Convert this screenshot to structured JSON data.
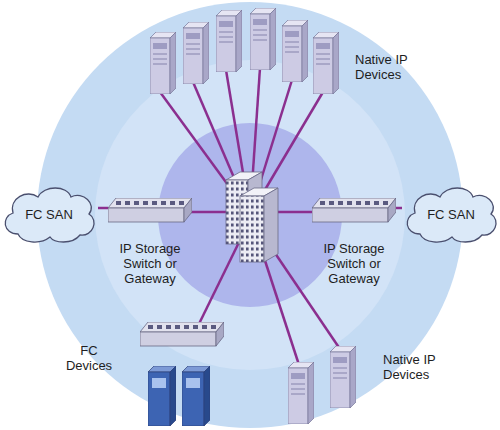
{
  "diagram": {
    "nodes": [
      {
        "text": [
          "Native IP Devices"
        ]
      },
      {
        "text": [
          "FC SAN"
        ]
      },
      {
        "text": [
          "IP Storage Switch or Gateway"
        ]
      },
      {
        "text": [
          "FC SAN"
        ]
      },
      {
        "text": [
          "IP Storage Switch or Gateway"
        ]
      },
      {
        "text": [
          "FC Devices"
        ]
      },
      {
        "text": [
          "Native IP Devices"
        ]
      }
    ],
    "edges": [
      {
        "from": 1,
        "to": 2,
        "arrow": "none"
      },
      {
        "from": 3,
        "to": 4,
        "arrow": "none"
      }
    ]
  }
}
